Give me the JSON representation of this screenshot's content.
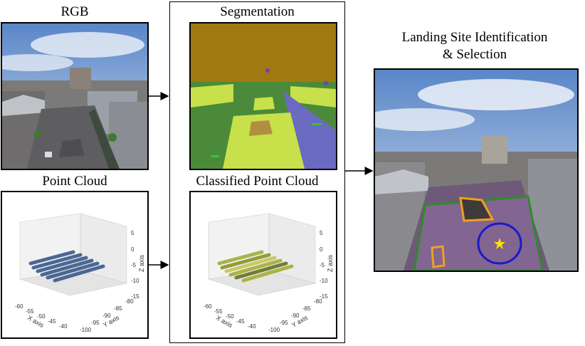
{
  "labels": {
    "rgb": "RGB",
    "segmentation": "Segmentation",
    "point_cloud": "Point Cloud",
    "classified_point_cloud": "Classified Point Cloud",
    "landing_line1": "Landing Site Identification",
    "landing_line2": "& Selection"
  },
  "axes": {
    "x_axis_label": "X axis",
    "y_axis_label": "Y axis",
    "z_axis_label": "Z axis",
    "x_ticks": [
      "-60",
      "-55",
      "-50",
      "-45",
      "-40"
    ],
    "y_ticks": [
      "-100",
      "-95",
      "-90",
      "-85",
      "-80"
    ],
    "z_ticks": [
      "5",
      "0",
      "-5",
      "-10",
      "-15"
    ]
  },
  "colors": {
    "seg_sky": "#a07a10",
    "seg_ground": "#4a8a3a",
    "seg_roof": "#c8e04a",
    "seg_road": "#6a6ac0",
    "safe_zone": "#2f8a2a",
    "obstacle_outline": "#f0a020",
    "selected_site": "#1a1ac8",
    "landing_marker": "#ffe000",
    "cloud_blue": "#3a5a8a",
    "cloud_classified": "#a8b040"
  }
}
